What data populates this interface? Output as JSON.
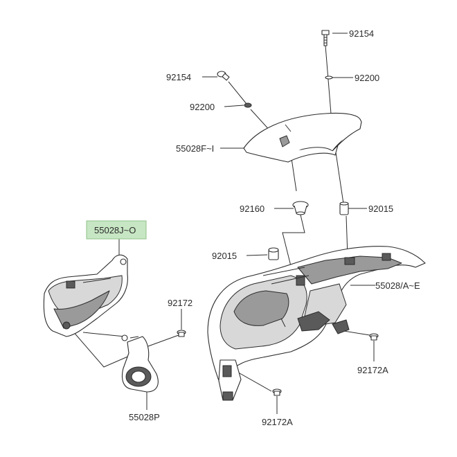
{
  "colors": {
    "highlight_fill": "#c7e6c3",
    "highlight_border": "#8fc28a",
    "line": "#2b2b2b"
  },
  "labels": {
    "p92154_top": "92154",
    "p92200_top": "92200",
    "p92154_left": "92154",
    "p92200_left": "92200",
    "p55028FI": "55028F~I",
    "p92160": "92160",
    "p92015_right": "92015",
    "p55028JO": "55028J~O",
    "p92015_mid": "92015",
    "p55028AE": "55028/A~E",
    "p92172": "92172",
    "p92172A_right": "92172A",
    "p55028P": "55028P",
    "p92172A_bottom": "92172A"
  }
}
